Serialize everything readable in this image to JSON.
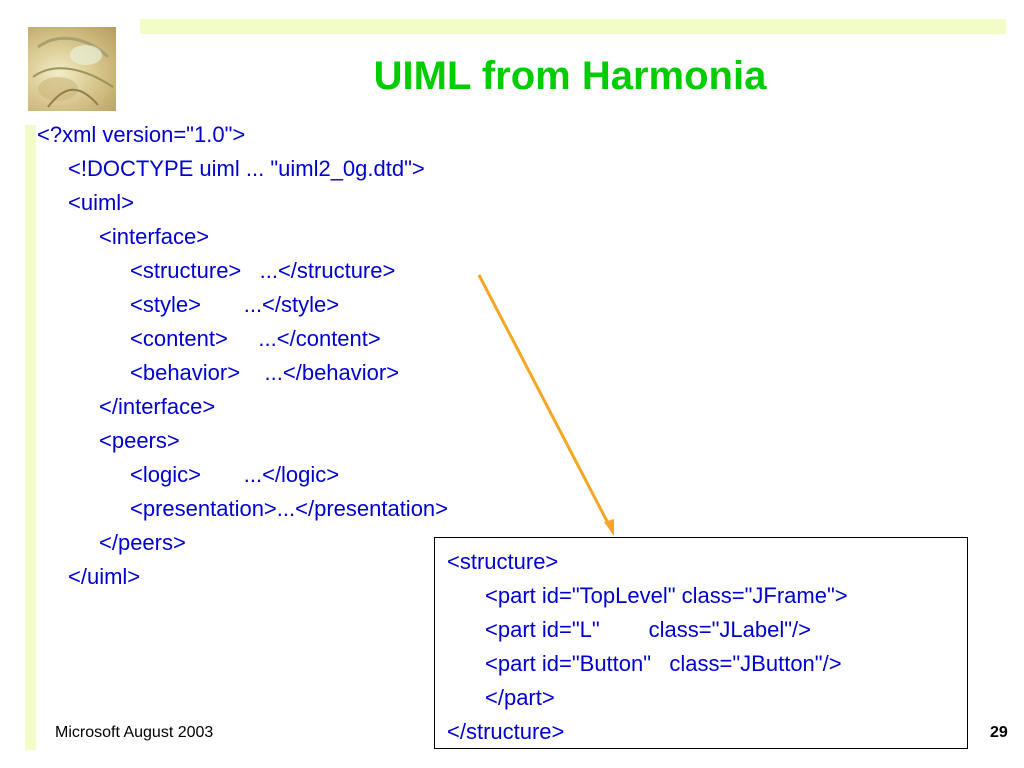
{
  "slide": {
    "title": "UIML from Harmonia",
    "code_lines": [
      "<?xml version=\"1.0\">",
      "<!DOCTYPE uiml ... \"uiml2_0g.dtd\">",
      "<uiml>",
      "<interface>",
      "<structure>   ...</structure>",
      "<style>       ...</style>",
      "<content>     ...</content>",
      "<behavior>    ...</behavior>",
      "</interface>",
      "<peers>",
      "<logic>       ...</logic>",
      "<presentation>...</presentation>",
      "</peers>",
      "</uiml>"
    ],
    "detail_lines": [
      "<structure>",
      "<part id=\"TopLevel\" class=\"JFrame\">",
      "<part id=\"L\"        class=\"JLabel\"/>",
      "<part id=\"Button\"   class=\"JButton\"/>",
      "</part>",
      "</structure>"
    ],
    "footer": "Microsoft August 2003",
    "page_number": "29"
  },
  "colors": {
    "title": "#00cc00",
    "text": "#0000cc",
    "band": "#f2fcc6",
    "arrow": "#f5a623"
  }
}
